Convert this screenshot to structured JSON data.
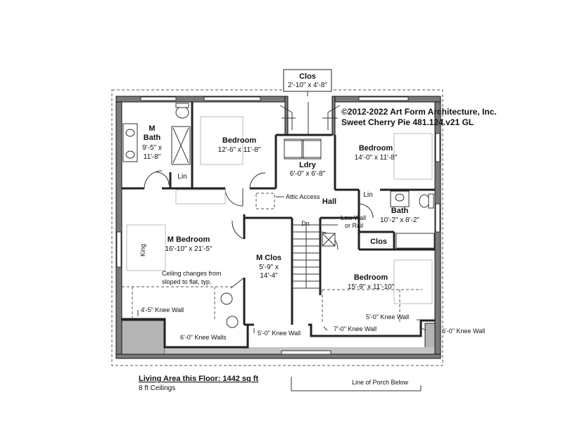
{
  "copyright": {
    "line1": "©2012-2022 Art Form Architecture, Inc.",
    "line2": "Sweet Cherry Pie 481.124.v21 GL"
  },
  "rooms": {
    "clos_top": {
      "name": "Clos",
      "dims": "2'-10\" x 4'-8\""
    },
    "m_bath": {
      "name1": "M",
      "name2": "Bath",
      "dims1": "9'-5\" x",
      "dims2": "11'-8\""
    },
    "bedroom_1": {
      "name": "Bedroom",
      "dims": "12'-6\" x 11'-8\""
    },
    "laundry": {
      "name": "Ldry",
      "dims": "6'-0\" x 6'-8\""
    },
    "bedroom_2": {
      "name": "Bedroom",
      "dims": "14'-0\" x 11'-8\""
    },
    "lin_1": {
      "name": "Lin"
    },
    "lin_2": {
      "name": "Lin"
    },
    "hall": {
      "name": "Hall"
    },
    "bath": {
      "name": "Bath",
      "dims": "10'-2\" x 8'-2\""
    },
    "clos_small": {
      "name": "Clos"
    },
    "m_bedroom": {
      "name": "M Bedroom",
      "dims": "16'-10\" x 21'-5\""
    },
    "m_clos": {
      "name": "M Clos",
      "dims1": "5'-9\" x",
      "dims2": "14'-4\""
    },
    "bedroom_3": {
      "name": "Bedroom",
      "dims": "15'-9\" x 11'-10\""
    }
  },
  "annotations": {
    "attic_access": "Attic Access",
    "low_wall1": "Low Wall",
    "low_wall2": "or Rail",
    "dn": "Dn",
    "king": "King",
    "ceiling1": "Ceiling changes from",
    "ceiling2": "sloped to flat, typ.",
    "knee_4_5": "4'-5\" Knee Wall",
    "knee_6_0_walls": "6'-0\" Knee Walls",
    "knee_5_0_a": "5'-0\" Knee Wall",
    "knee_7_0": "7'-0\" Knee Wall",
    "knee_5_0_b": "5'-0\" Knee Wall",
    "knee_6_0": "6'-0\" Knee Wall",
    "porch": "Line of Porch Below"
  },
  "footer": {
    "living_area": "Living Area this Floor: 1442 sq ft",
    "ceilings": "8 ft Ceilings"
  }
}
